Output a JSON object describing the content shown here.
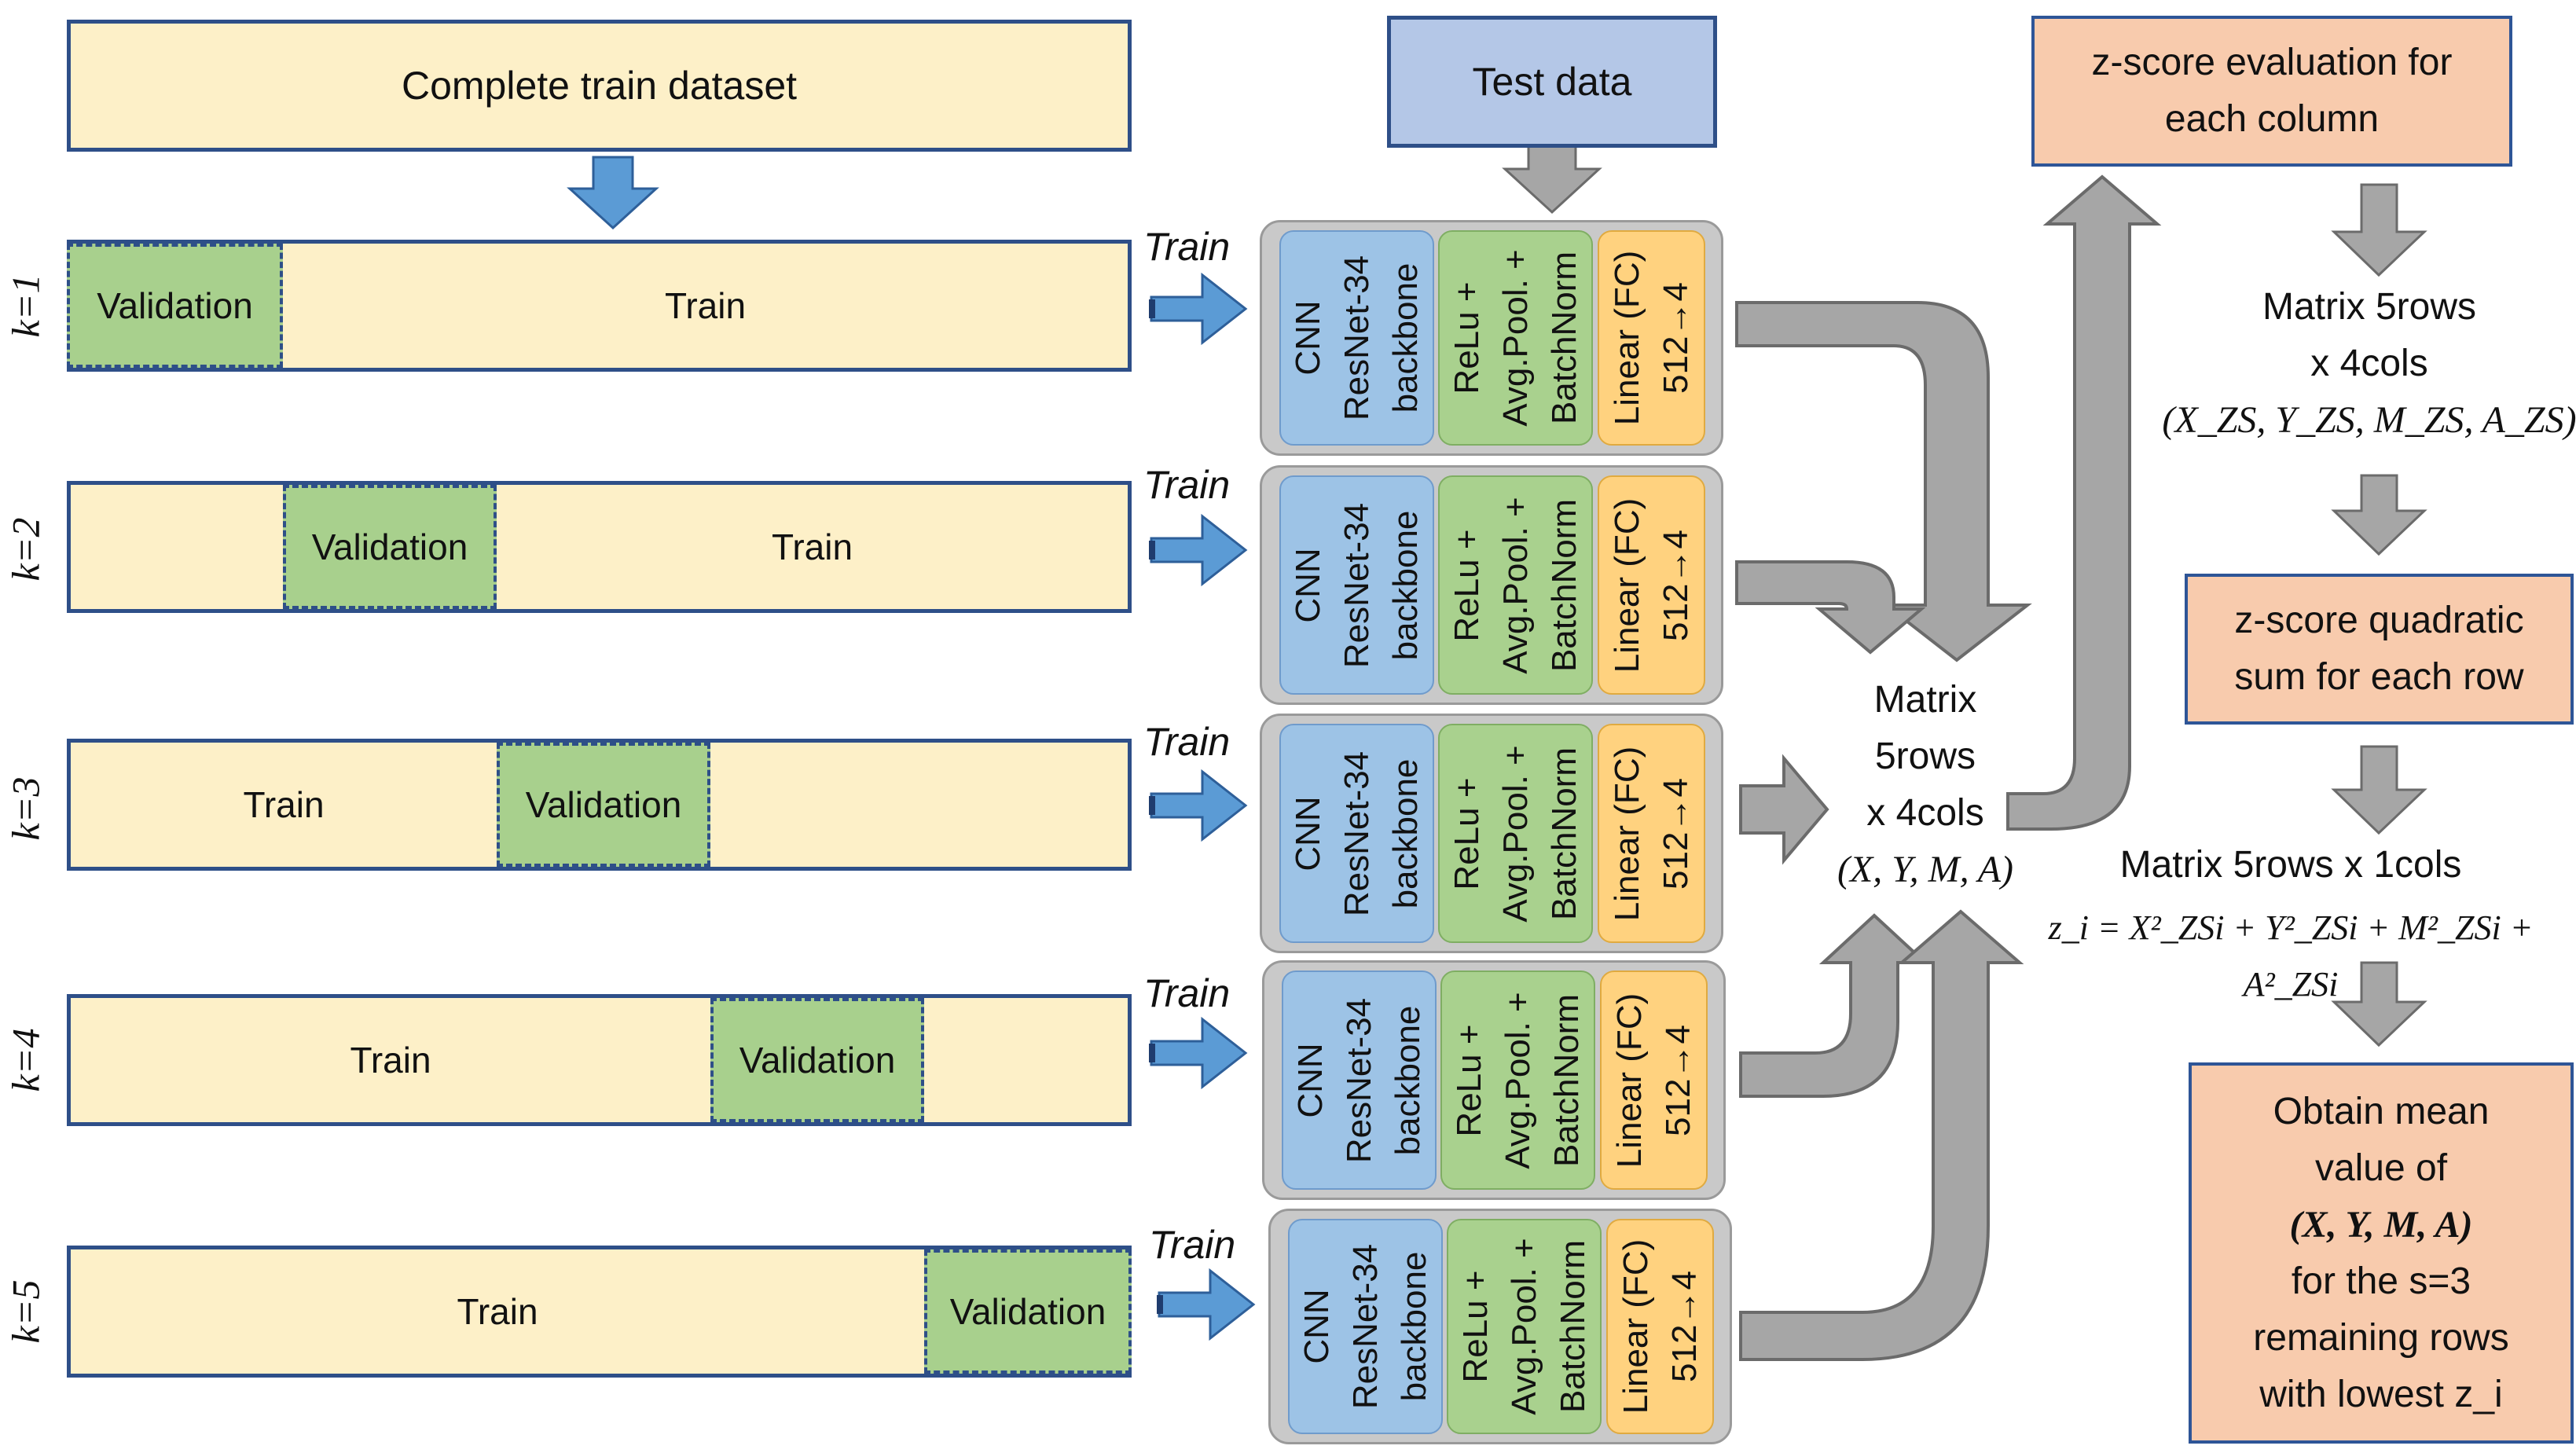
{
  "dataset": {
    "label": "Complete train dataset"
  },
  "test": {
    "label": "Test data"
  },
  "folds": [
    {
      "k": "k=1",
      "train_arrow": "Train",
      "segments": [
        "Validation",
        "Train"
      ]
    },
    {
      "k": "k=2",
      "train_arrow": "Train",
      "segments": [
        "",
        "Validation",
        "Train"
      ]
    },
    {
      "k": "k=3",
      "train_arrow": "Train",
      "segments": [
        "Train",
        "Validation",
        ""
      ]
    },
    {
      "k": "k=4",
      "train_arrow": "Train",
      "segments": [
        "Train",
        "Validation",
        ""
      ]
    },
    {
      "k": "k=5",
      "train_arrow": "Train",
      "segments": [
        "Train",
        "Validation"
      ]
    }
  ],
  "model": {
    "cnn": [
      "CNN",
      "ResNet-34",
      "backbone"
    ],
    "relu": [
      "ReLu +",
      "Avg.Pool. +",
      "BatchNorm"
    ],
    "linear": [
      "Linear (FC)",
      "512→4"
    ]
  },
  "matrix_mid": {
    "line1": "Matrix",
    "line2": "5rows",
    "line3": "x 4cols",
    "vars": "(X, Y, M, A)"
  },
  "steps": {
    "zscore_eval": "z-score evaluation for each column",
    "matrix_zs_1": "Matrix 5rows",
    "matrix_zs_2": "x 4cols",
    "matrix_zs_vars": "(X_ZS, Y_ZS, M_ZS, A_ZS)",
    "quadratic": "z-score quadratic sum for each row",
    "matrix_1col": "Matrix 5rows x 1cols",
    "formula": "z_i = X²_ZSi + Y²_ZSi + M²_ZSi + A²_ZSi",
    "mean": [
      "Obtain mean",
      "value of",
      "(X, Y, M, A)",
      "for the s=3",
      "remaining rows",
      "with lowest z_i"
    ]
  },
  "colors": {
    "dataset_fill": "#fdf0c8",
    "validation_fill": "#a8d08d",
    "border": "#2e4f88",
    "arrow_blue": "#5b9bd5",
    "arrow_gray": "#a6a6a6",
    "salmon": "#f8cbad",
    "test_fill": "#b4c7e7"
  }
}
